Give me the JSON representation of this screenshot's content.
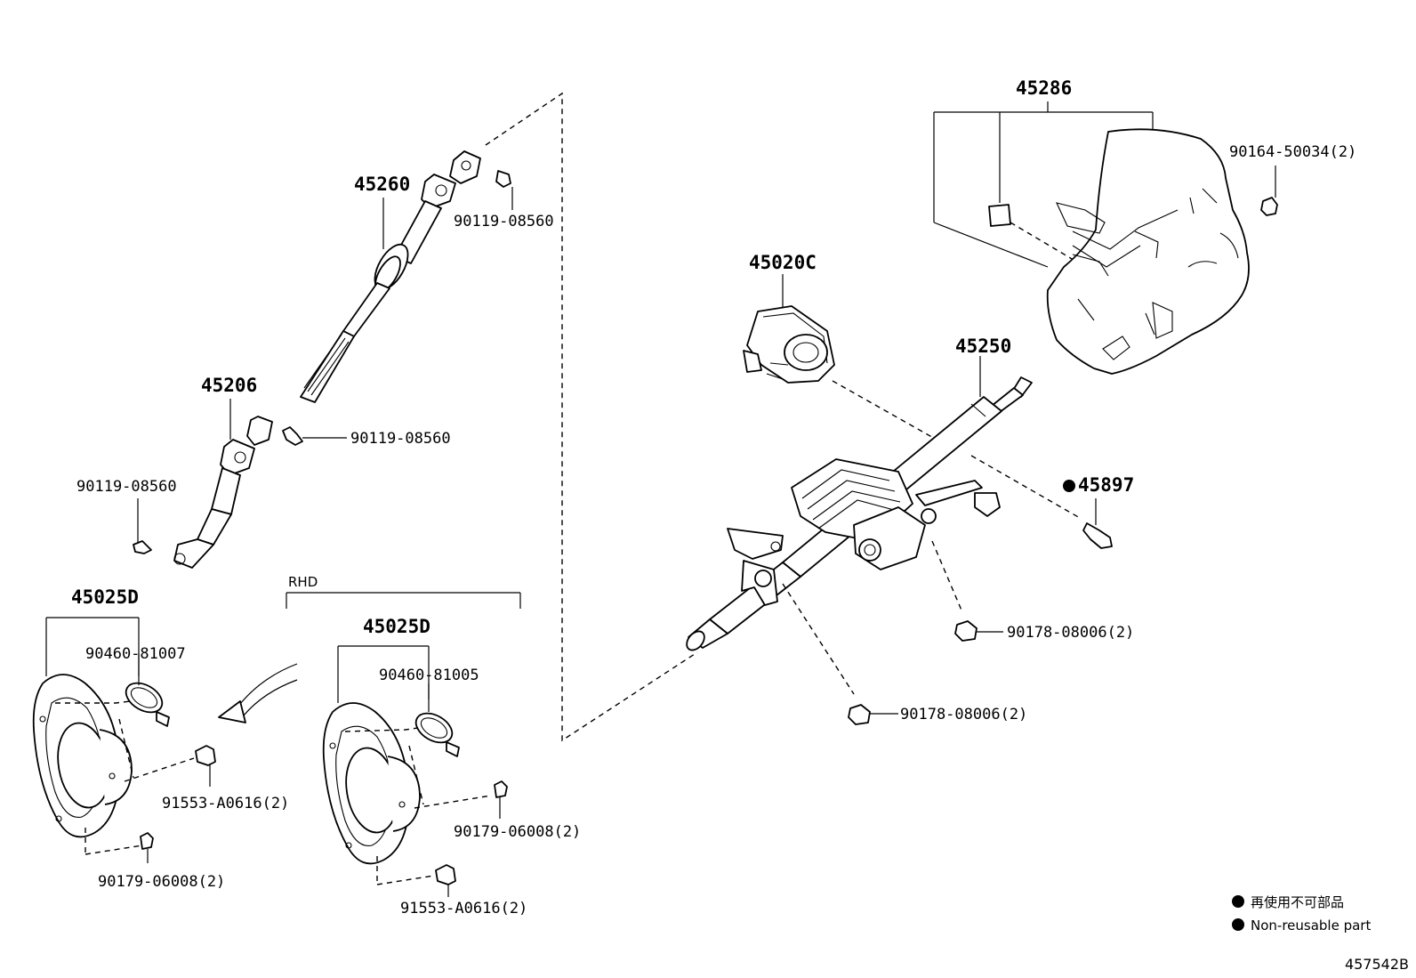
{
  "labels": {
    "p45260": "45260",
    "p90119_top": "90119-08560",
    "p45206": "45206",
    "p90119_mid": "90119-08560",
    "p90119_left": "90119-08560",
    "p45025d_l": "45025D",
    "p90460_81007": "90460-81007",
    "p91553_l": "91553-A0616(2)",
    "p90179_l": "90179-06008(2)",
    "rhd": "RHD",
    "p45025d_r": "45025D",
    "p90460_81005": "90460-81005",
    "p90179_r": "90179-06008(2)",
    "p91553_r": "91553-A0616(2)",
    "p45020c": "45020C",
    "p45250": "45250",
    "p45286": "45286",
    "p90164": "90164-50034(2)",
    "p45897": "45897",
    "p90178_a": "90178-08006(2)",
    "p90178_b": "90178-08006(2)"
  },
  "legend": {
    "jp": "再使用不可部品",
    "en": "Non-reusable part"
  },
  "figure_id": "457542B"
}
